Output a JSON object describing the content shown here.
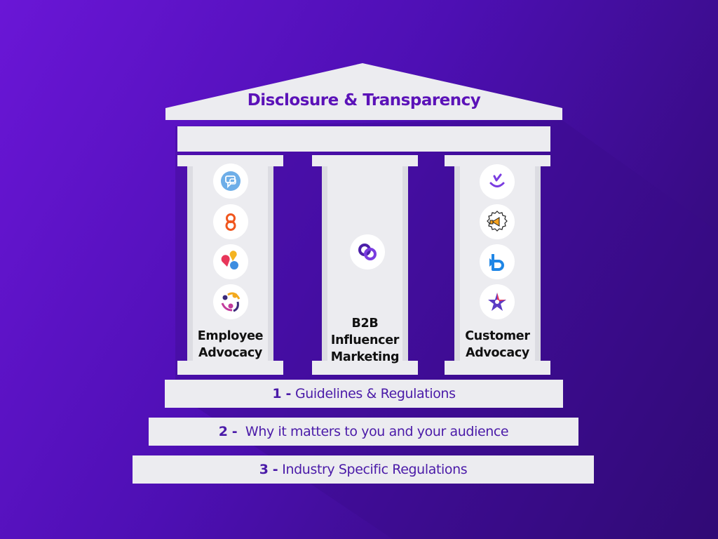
{
  "diagram": {
    "roof_title": "Disclosure & Transparency",
    "pillars": [
      {
        "label_lines": [
          "Employee",
          "Advocacy"
        ],
        "icons": [
          "chat-bubble-icon",
          "orange-8-logo-icon",
          "petals-logo-icon",
          "people-circle-logo-icon"
        ]
      },
      {
        "label_lines": [
          "B2B",
          "Influencer",
          "Marketing"
        ],
        "icons": [
          "linked-rings-logo-icon"
        ]
      },
      {
        "label_lines": [
          "Customer",
          "Advocacy"
        ],
        "icons": [
          "check-smile-logo-icon",
          "megaphone-badge-icon",
          "blue-b-logo-icon",
          "star-logo-icon"
        ]
      }
    ],
    "steps": [
      {
        "number": "1 -",
        "text": "Guidelines & Regulations"
      },
      {
        "number": "2 -",
        "text": " Why it matters to you and your audience"
      },
      {
        "number": "3 -",
        "text": "Industry Specific Regulations"
      }
    ],
    "colors": {
      "title": "#5b12b8",
      "step_text": "#4a1aa8",
      "marble": "#ececf0",
      "background": "#5a12c4"
    }
  }
}
